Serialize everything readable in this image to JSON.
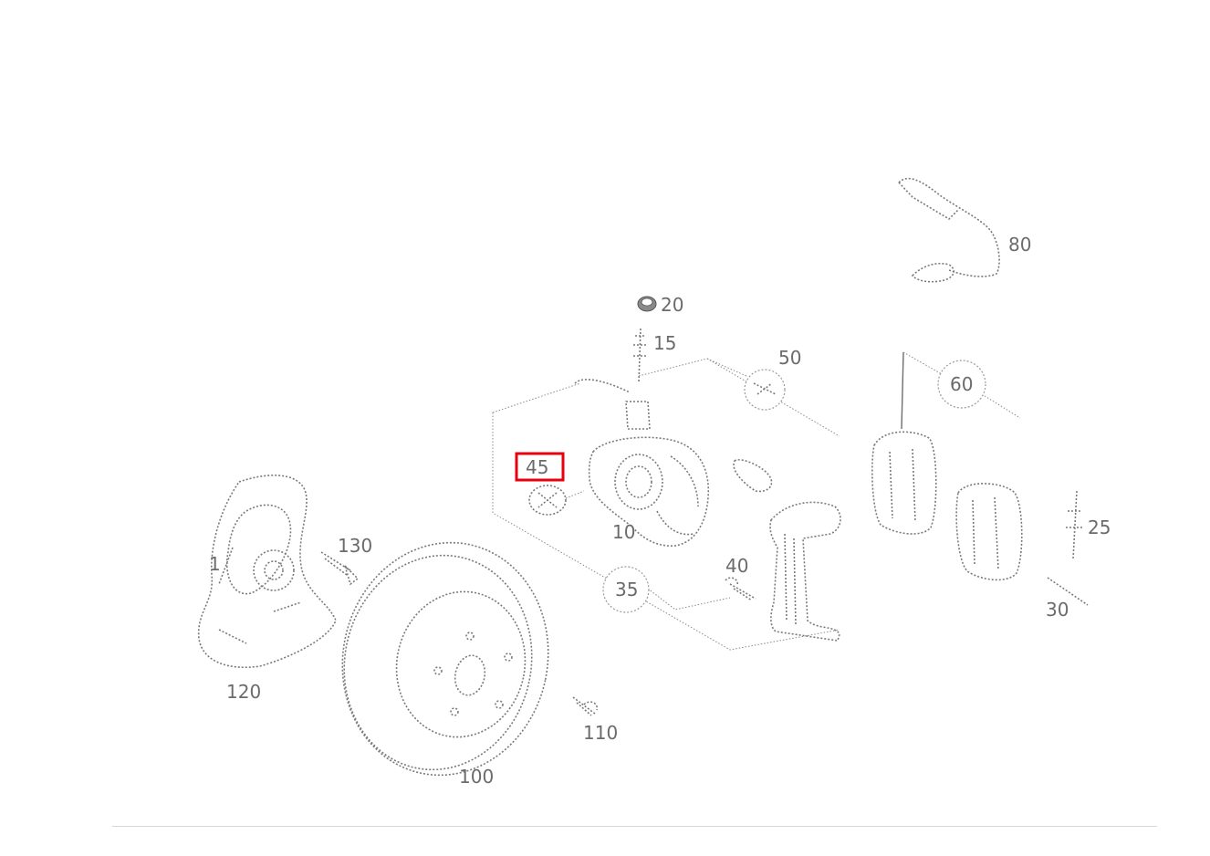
{
  "diagram": {
    "highlight_color": "#e8000f",
    "highlighted_part": "45",
    "parts": [
      {
        "id": "1",
        "label": "1"
      },
      {
        "id": "10",
        "label": "10"
      },
      {
        "id": "15",
        "label": "15"
      },
      {
        "id": "20",
        "label": "20"
      },
      {
        "id": "25",
        "label": "25"
      },
      {
        "id": "30",
        "label": "30"
      },
      {
        "id": "35",
        "label": "35"
      },
      {
        "id": "40",
        "label": "40"
      },
      {
        "id": "45",
        "label": "45"
      },
      {
        "id": "50",
        "label": "50"
      },
      {
        "id": "60",
        "label": "60"
      },
      {
        "id": "80",
        "label": "80"
      },
      {
        "id": "100",
        "label": "100"
      },
      {
        "id": "110",
        "label": "110"
      },
      {
        "id": "120",
        "label": "120"
      },
      {
        "id": "130",
        "label": "130"
      }
    ]
  }
}
